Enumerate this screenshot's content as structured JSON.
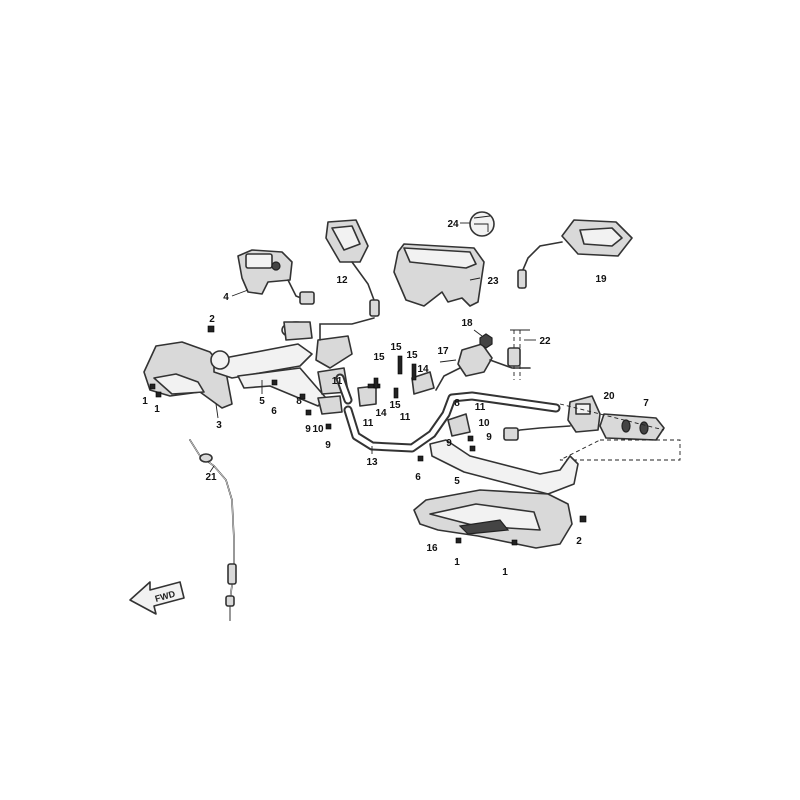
{
  "callouts": {
    "c1a": "1",
    "c1b": "1",
    "c1c": "1",
    "c1d": "1",
    "c2a": "2",
    "c2b": "2",
    "c3": "3",
    "c4": "4",
    "c5a": "5",
    "c5b": "5",
    "c6a": "6",
    "c6b": "6",
    "c7": "7",
    "c8a": "8",
    "c8b": "8",
    "c9a": "9",
    "c9b": "9",
    "c9c": "9",
    "c9d": "9",
    "c10a": "10",
    "c10b": "10",
    "c11a": "11",
    "c11b": "11",
    "c11c": "11",
    "c11d": "11",
    "c12": "12",
    "c13": "13",
    "c14a": "14",
    "c14b": "14",
    "c15a": "15",
    "c15b": "15",
    "c15c": "15",
    "c15d": "15",
    "c16": "16",
    "c17": "17",
    "c18": "18",
    "c19": "19",
    "c20": "20",
    "c21": "21",
    "c22": "22",
    "c23": "23",
    "c24": "24"
  },
  "fwd_arrow": {
    "label": "FWD"
  }
}
